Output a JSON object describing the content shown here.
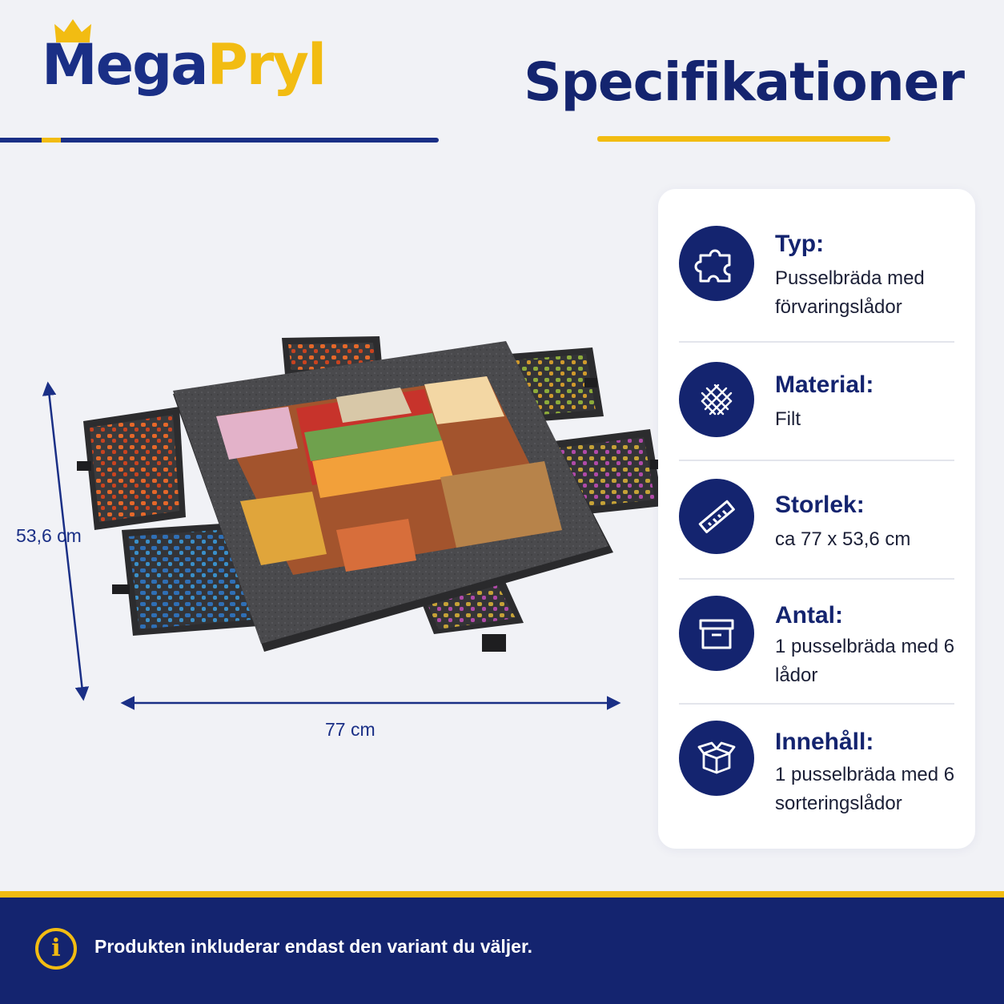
{
  "brand": {
    "part1": "Mega",
    "part2": "Pryl"
  },
  "heading": "Specifikationer",
  "dimensions": {
    "height": "53,6 cm",
    "width": "77 cm"
  },
  "specs": [
    {
      "icon": "puzzle-icon",
      "title": "Typ:",
      "value": "Pusselbräda med förvaringslådor"
    },
    {
      "icon": "fabric-weave-icon",
      "title": "Material:",
      "value": "Filt"
    },
    {
      "icon": "ruler-icon",
      "title": "Storlek:",
      "value": "ca 77 x 53,6 cm"
    },
    {
      "icon": "storage-box-icon",
      "title": "Antal:",
      "value": "1 pusselbräda med 6 lådor"
    },
    {
      "icon": "open-box-icon",
      "title": "Innehåll:",
      "value": "1 pusselbräda med 6 sorteringslådor"
    }
  ],
  "footer": {
    "info_icon": "i",
    "text": "Produkten inkluderar endast den variant du väljer."
  },
  "colors": {
    "navy": "#14246f",
    "gold": "#f2bc12",
    "background": "#f1f2f6"
  }
}
